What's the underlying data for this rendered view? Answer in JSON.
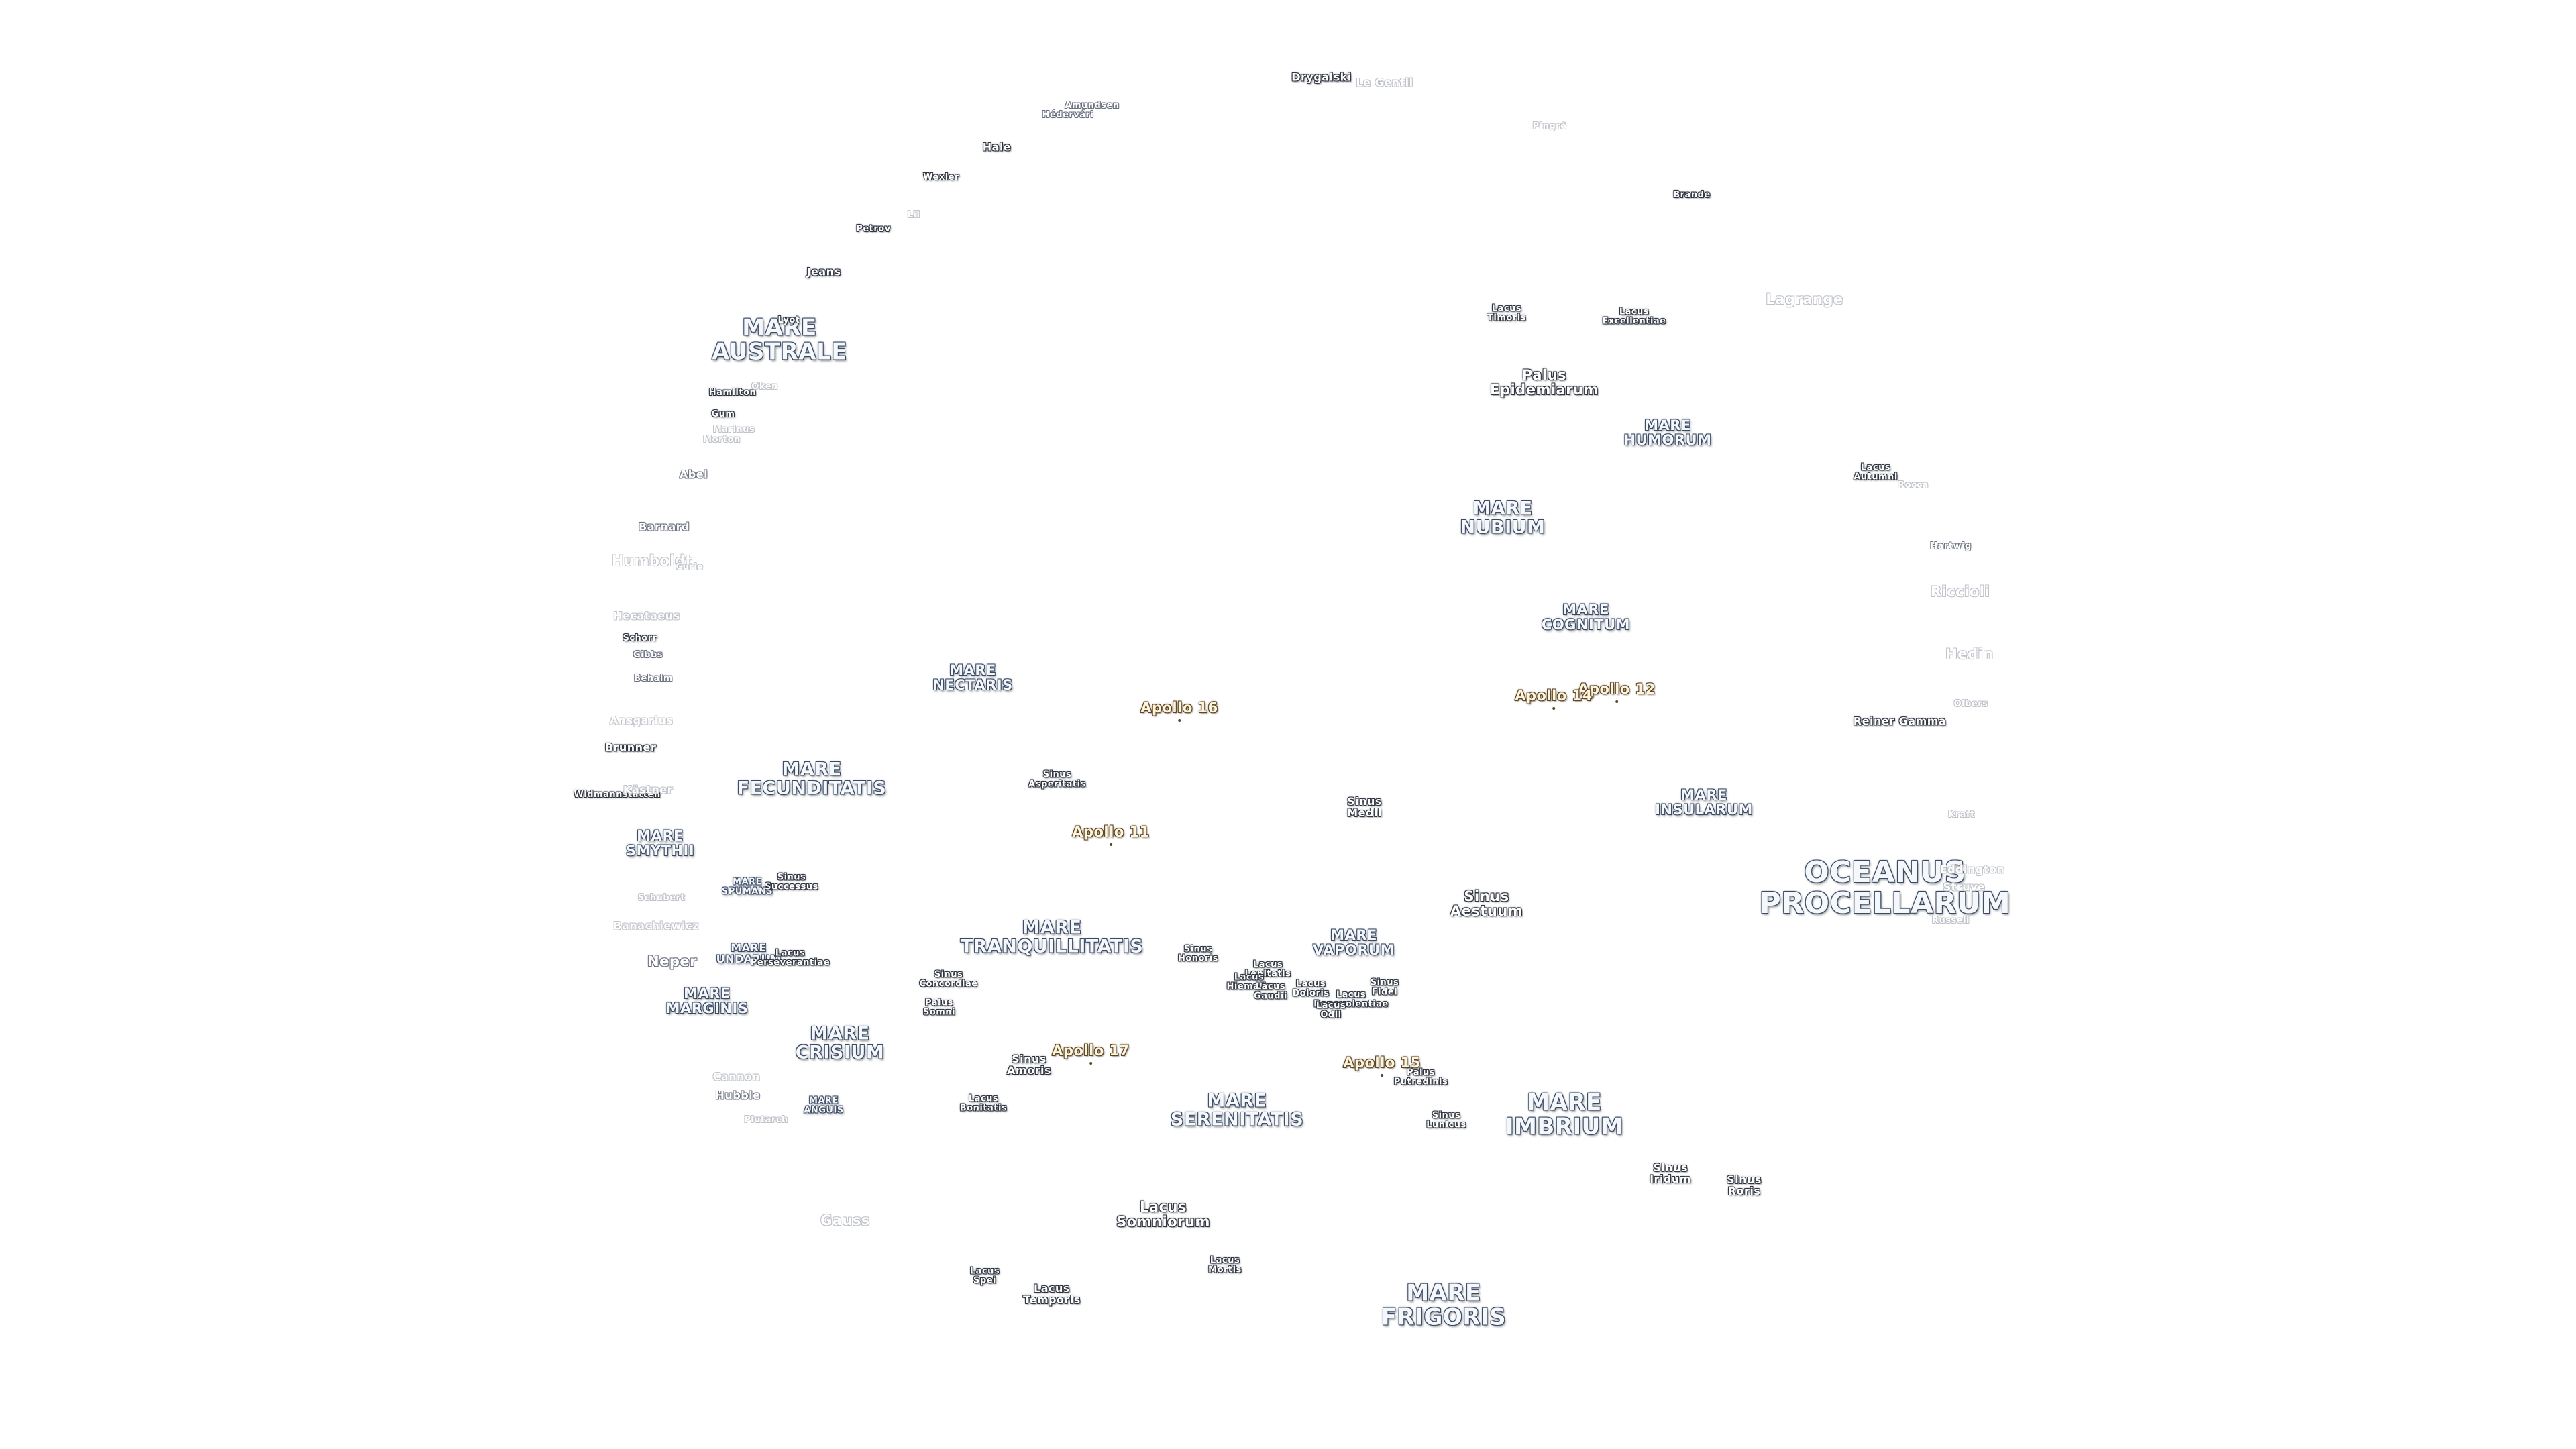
{
  "labels": [
    {
      "id": "drygalski",
      "lines": [
        "Drygalski"
      ],
      "kind": "feature"
    },
    {
      "id": "le-gentil",
      "lines": [
        "Le Gentil"
      ],
      "kind": "feature"
    },
    {
      "id": "amundsen",
      "lines": [
        "Amundsen"
      ],
      "kind": "feature"
    },
    {
      "id": "hedervari",
      "lines": [
        "Hédervári"
      ],
      "kind": "feature"
    },
    {
      "id": "pingre",
      "lines": [
        "Pingré"
      ],
      "kind": "feature"
    },
    {
      "id": "hale",
      "lines": [
        "Hale"
      ],
      "kind": "feature"
    },
    {
      "id": "wexler",
      "lines": [
        "Wexler"
      ],
      "kind": "feature"
    },
    {
      "id": "brande",
      "lines": [
        "Brande"
      ],
      "kind": "feature"
    },
    {
      "id": "lil",
      "lines": [
        "Lil"
      ],
      "kind": "feature"
    },
    {
      "id": "petrov",
      "lines": [
        "Petrov"
      ],
      "kind": "feature"
    },
    {
      "id": "jeans",
      "lines": [
        "Jeans"
      ],
      "kind": "feature"
    },
    {
      "id": "lagrange",
      "lines": [
        "Lagrange"
      ],
      "kind": "feature"
    },
    {
      "id": "lacus-timoris",
      "lines": [
        "Lacus",
        "Timoris"
      ],
      "kind": "feature"
    },
    {
      "id": "lacus-excellentiae",
      "lines": [
        "Lacus",
        "Excellentiae"
      ],
      "kind": "feature"
    },
    {
      "id": "mare-australe",
      "lines": [
        "MARE",
        "AUSTRALE"
      ],
      "kind": "mare"
    },
    {
      "id": "lyot",
      "lines": [
        "Lyot"
      ],
      "kind": "feature"
    },
    {
      "id": "palus-epidemiarum",
      "lines": [
        "Palus",
        "Epidemiarum"
      ],
      "kind": "feature"
    },
    {
      "id": "hamilton",
      "lines": [
        "Hamilton"
      ],
      "kind": "feature"
    },
    {
      "id": "oken",
      "lines": [
        "Oken"
      ],
      "kind": "feature"
    },
    {
      "id": "gum",
      "lines": [
        "Gum"
      ],
      "kind": "feature"
    },
    {
      "id": "mare-humorum",
      "lines": [
        "MARE",
        "HUMORUM"
      ],
      "kind": "mare"
    },
    {
      "id": "marinus",
      "lines": [
        "Marinus"
      ],
      "kind": "feature"
    },
    {
      "id": "morton",
      "lines": [
        "Morton"
      ],
      "kind": "feature"
    },
    {
      "id": "lacus-autumni",
      "lines": [
        "Lacus",
        "Autumni"
      ],
      "kind": "feature"
    },
    {
      "id": "rocca",
      "lines": [
        "Rocca"
      ],
      "kind": "feature"
    },
    {
      "id": "abel",
      "lines": [
        "Abel"
      ],
      "kind": "feature"
    },
    {
      "id": "mare-nubium",
      "lines": [
        "MARE",
        "NUBIUM"
      ],
      "kind": "mare"
    },
    {
      "id": "barnard",
      "lines": [
        "Barnard"
      ],
      "kind": "feature"
    },
    {
      "id": "hartwig",
      "lines": [
        "Hartwig"
      ],
      "kind": "feature"
    },
    {
      "id": "humboldt",
      "lines": [
        "Humboldt"
      ],
      "kind": "feature"
    },
    {
      "id": "curie",
      "lines": [
        "Curie"
      ],
      "kind": "feature"
    },
    {
      "id": "riccioli",
      "lines": [
        "Riccioli"
      ],
      "kind": "feature"
    },
    {
      "id": "mare-cognitum",
      "lines": [
        "MARE",
        "COGNITUM"
      ],
      "kind": "mare"
    },
    {
      "id": "hecataeus",
      "lines": [
        "Hecataeus"
      ],
      "kind": "feature"
    },
    {
      "id": "schorr",
      "lines": [
        "Schorr"
      ],
      "kind": "feature"
    },
    {
      "id": "hedin",
      "lines": [
        "Hedin"
      ],
      "kind": "feature"
    },
    {
      "id": "gibbs",
      "lines": [
        "Gibbs"
      ],
      "kind": "feature"
    },
    {
      "id": "mare-nectaris",
      "lines": [
        "MARE",
        "NECTARIS"
      ],
      "kind": "mare"
    },
    {
      "id": "apollo-12",
      "lines": [
        "Apollo 12"
      ],
      "kind": "apollo"
    },
    {
      "id": "apollo-14",
      "lines": [
        "Apollo 14"
      ],
      "kind": "apollo"
    },
    {
      "id": "behaim",
      "lines": [
        "Behaim"
      ],
      "kind": "feature"
    },
    {
      "id": "olbers",
      "lines": [
        "Olbers"
      ],
      "kind": "feature"
    },
    {
      "id": "apollo-16",
      "lines": [
        "Apollo 16"
      ],
      "kind": "apollo"
    },
    {
      "id": "ansgarius",
      "lines": [
        "Ansgarius"
      ],
      "kind": "feature"
    },
    {
      "id": "reiner-gamma",
      "lines": [
        "Reiner Gamma"
      ],
      "kind": "feature"
    },
    {
      "id": "brunner",
      "lines": [
        "Brunner"
      ],
      "kind": "feature"
    },
    {
      "id": "mare-fecunditatis",
      "lines": [
        "MARE",
        "FECUNDITATIS"
      ],
      "kind": "mare"
    },
    {
      "id": "sinus-asperitatis",
      "lines": [
        "Sinus",
        "Asperitatis"
      ],
      "kind": "feature"
    },
    {
      "id": "mare-insularum",
      "lines": [
        "MARE",
        "INSULARUM"
      ],
      "kind": "mare"
    },
    {
      "id": "sinus-medii",
      "lines": [
        "Sinus",
        "Medii"
      ],
      "kind": "feature"
    },
    {
      "id": "widmannstatten",
      "lines": [
        "Widmannstätten"
      ],
      "kind": "feature"
    },
    {
      "id": "kastner",
      "lines": [
        "Kästner"
      ],
      "kind": "feature"
    },
    {
      "id": "kraft",
      "lines": [
        "Kraft"
      ],
      "kind": "feature"
    },
    {
      "id": "apollo-11",
      "lines": [
        "Apollo 11"
      ],
      "kind": "apollo"
    },
    {
      "id": "mare-smythii",
      "lines": [
        "MARE",
        "SMYTHII"
      ],
      "kind": "mare"
    },
    {
      "id": "oceanus-procellarum",
      "lines": [
        "OCEANUS",
        "PROCELLARUM"
      ],
      "kind": "oceanus"
    },
    {
      "id": "eddington",
      "lines": [
        "Eddington"
      ],
      "kind": "feature"
    },
    {
      "id": "mare-spumans",
      "lines": [
        "MARE",
        "SPUMANS"
      ],
      "kind": "mare"
    },
    {
      "id": "sinus-successus",
      "lines": [
        "Sinus",
        "Successus"
      ],
      "kind": "feature"
    },
    {
      "id": "schubert",
      "lines": [
        "Schubert"
      ],
      "kind": "feature"
    },
    {
      "id": "sinus-aestuum",
      "lines": [
        "Sinus",
        "Aestuum"
      ],
      "kind": "feature"
    },
    {
      "id": "struve",
      "lines": [
        "Struve"
      ],
      "kind": "feature"
    },
    {
      "id": "russell",
      "lines": [
        "Russell"
      ],
      "kind": "feature"
    },
    {
      "id": "banachiewicz",
      "lines": [
        "Banachiewicz"
      ],
      "kind": "feature"
    },
    {
      "id": "mare-tranquillitatis",
      "lines": [
        "MARE",
        "TRANQUILLITATIS"
      ],
      "kind": "mare"
    },
    {
      "id": "mare-vaporum",
      "lines": [
        "MARE",
        "VAPORUM"
      ],
      "kind": "mare"
    },
    {
      "id": "mare-undarum",
      "lines": [
        "MARE",
        "UNDARUM"
      ],
      "kind": "mare"
    },
    {
      "id": "lacus-perseverantiae",
      "lines": [
        "Lacus",
        "Perseverantiae"
      ],
      "kind": "feature"
    },
    {
      "id": "sinus-honoris",
      "lines": [
        "Sinus",
        "Honoris"
      ],
      "kind": "feature"
    },
    {
      "id": "neper",
      "lines": [
        "Neper"
      ],
      "kind": "feature"
    },
    {
      "id": "lacus-lenitatis",
      "lines": [
        "Lacus",
        "Lenitatis"
      ],
      "kind": "feature"
    },
    {
      "id": "sinus-concordiae",
      "lines": [
        "Sinus",
        "Concordiae"
      ],
      "kind": "feature"
    },
    {
      "id": "lacus-hiemalis",
      "lines": [
        "Lacus",
        "Hiemalis"
      ],
      "kind": "feature"
    },
    {
      "id": "lacus-doloris",
      "lines": [
        "Lacus",
        "Doloris"
      ],
      "kind": "feature"
    },
    {
      "id": "lacus-gaudii",
      "lines": [
        "Lacus",
        "Gaudii"
      ],
      "kind": "feature"
    },
    {
      "id": "sinus-fidei",
      "lines": [
        "Sinus",
        "Fidei"
      ],
      "kind": "feature"
    },
    {
      "id": "mare-marginis",
      "lines": [
        "MARE",
        "MARGINIS"
      ],
      "kind": "mare"
    },
    {
      "id": "palus-somni",
      "lines": [
        "Palus",
        "Somni"
      ],
      "kind": "feature"
    },
    {
      "id": "lacus-benevolentiae",
      "lines": [
        "Lacus",
        "Benevolentiae"
      ],
      "kind": "feature"
    },
    {
      "id": "lacus-odii",
      "lines": [
        "Lacus",
        "Odii"
      ],
      "kind": "feature"
    },
    {
      "id": "mare-crisium",
      "lines": [
        "MARE",
        "CRISIUM"
      ],
      "kind": "mare"
    },
    {
      "id": "apollo-17",
      "lines": [
        "Apollo 17"
      ],
      "kind": "apollo"
    },
    {
      "id": "sinus-amoris",
      "lines": [
        "Sinus",
        "Amoris"
      ],
      "kind": "feature"
    },
    {
      "id": "apollo-15",
      "lines": [
        "Apollo 15"
      ],
      "kind": "apollo"
    },
    {
      "id": "palus-putredinis",
      "lines": [
        "Palus",
        "Putredinis"
      ],
      "kind": "feature"
    },
    {
      "id": "cannon",
      "lines": [
        "Cannon"
      ],
      "kind": "feature"
    },
    {
      "id": "hubble",
      "lines": [
        "Hubble"
      ],
      "kind": "feature"
    },
    {
      "id": "mare-anguis",
      "lines": [
        "MARE",
        "ANGUIS"
      ],
      "kind": "mare"
    },
    {
      "id": "lacus-bonitatis",
      "lines": [
        "Lacus",
        "Bonitatis"
      ],
      "kind": "feature"
    },
    {
      "id": "mare-serenitatis",
      "lines": [
        "MARE",
        "SERENITATIS"
      ],
      "kind": "mare"
    },
    {
      "id": "mare-imbrium",
      "lines": [
        "MARE",
        "IMBRIUM"
      ],
      "kind": "mare"
    },
    {
      "id": "plutarch",
      "lines": [
        "Plutarch"
      ],
      "kind": "feature"
    },
    {
      "id": "sinus-lunicus",
      "lines": [
        "Sinus",
        "Lunicus"
      ],
      "kind": "feature"
    },
    {
      "id": "sinus-iridum",
      "lines": [
        "Sinus",
        "Iridum"
      ],
      "kind": "feature"
    },
    {
      "id": "sinus-roris",
      "lines": [
        "Sinus",
        "Roris"
      ],
      "kind": "feature"
    },
    {
      "id": "lacus-somniorum",
      "lines": [
        "Lacus",
        "Somniorum"
      ],
      "kind": "feature"
    },
    {
      "id": "gauss",
      "lines": [
        "Gauss"
      ],
      "kind": "feature"
    },
    {
      "id": "lacus-mortis",
      "lines": [
        "Lacus",
        "Mortis"
      ],
      "kind": "feature"
    },
    {
      "id": "lacus-spei",
      "lines": [
        "Lacus",
        "Spei"
      ],
      "kind": "feature"
    },
    {
      "id": "lacus-temporis",
      "lines": [
        "Lacus",
        "Temporis"
      ],
      "kind": "feature"
    },
    {
      "id": "mare-frigoris",
      "lines": [
        "MARE",
        "FRIGORIS"
      ],
      "kind": "mare"
    }
  ]
}
